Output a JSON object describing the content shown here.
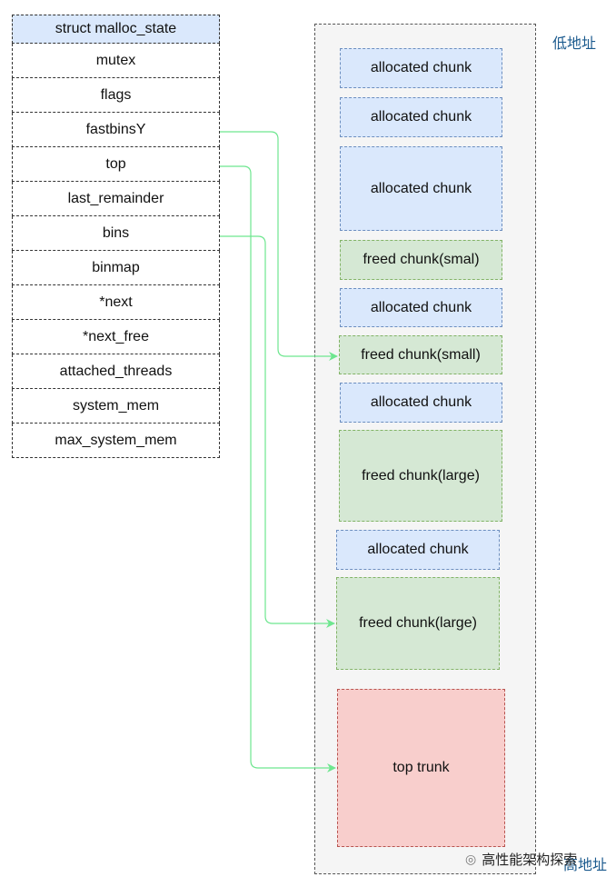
{
  "struct": {
    "header": "struct malloc_state",
    "fields": [
      "mutex",
      "flags",
      "fastbinsY",
      "top",
      "last_remainder",
      "bins",
      "binmap",
      "*next",
      "*next_free",
      "attached_threads",
      "system_mem",
      "max_system_mem"
    ]
  },
  "heap": {
    "low_address_label": "低地址",
    "high_address_label": "高地址",
    "chunks": [
      {
        "kind": "allocated",
        "label": "allocated chunk"
      },
      {
        "kind": "allocated",
        "label": "allocated chunk"
      },
      {
        "kind": "allocated",
        "label": "allocated chunk"
      },
      {
        "kind": "freed",
        "label": "freed chunk(smal)"
      },
      {
        "kind": "allocated",
        "label": "allocated chunk"
      },
      {
        "kind": "freed",
        "label": "freed chunk(small)"
      },
      {
        "kind": "allocated",
        "label": "allocated chunk"
      },
      {
        "kind": "freed",
        "label": "freed chunk(large)"
      },
      {
        "kind": "allocated",
        "label": "allocated chunk"
      },
      {
        "kind": "freed",
        "label": "freed chunk(large)"
      },
      {
        "kind": "top",
        "label": "top trunk"
      }
    ]
  },
  "colors": {
    "allocated_fill": "#dae8fc",
    "freed_fill": "#d5e8d4",
    "top_fill": "#f8cecc",
    "arrow": "#6ee68f",
    "address_label": "#1b5a8e"
  },
  "watermark": "高性能架构探索"
}
